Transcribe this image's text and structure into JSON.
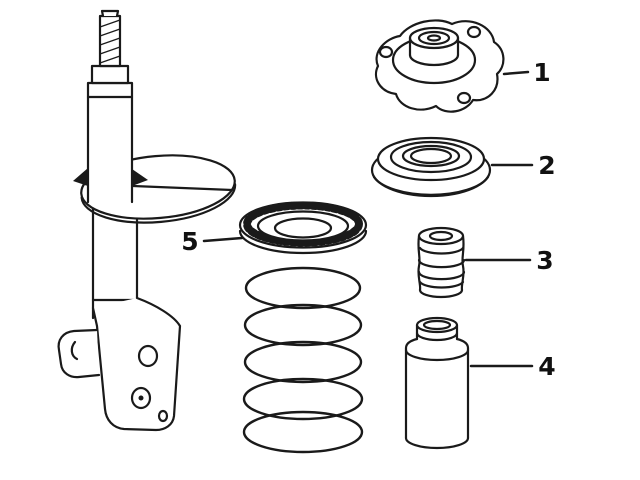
{
  "diagram": {
    "name": "suspension-strut-exploded-parts-diagram",
    "background_color": "#ffffff",
    "line_color": "#1a1a1a",
    "callouts": [
      {
        "label": "1",
        "part": "strut-top-mount"
      },
      {
        "label": "2",
        "part": "spring-seat-bearing"
      },
      {
        "label": "3",
        "part": "bump-stop"
      },
      {
        "label": "4",
        "part": "dust-cover"
      },
      {
        "label": "5",
        "part": "upper-spring-seat"
      }
    ]
  }
}
